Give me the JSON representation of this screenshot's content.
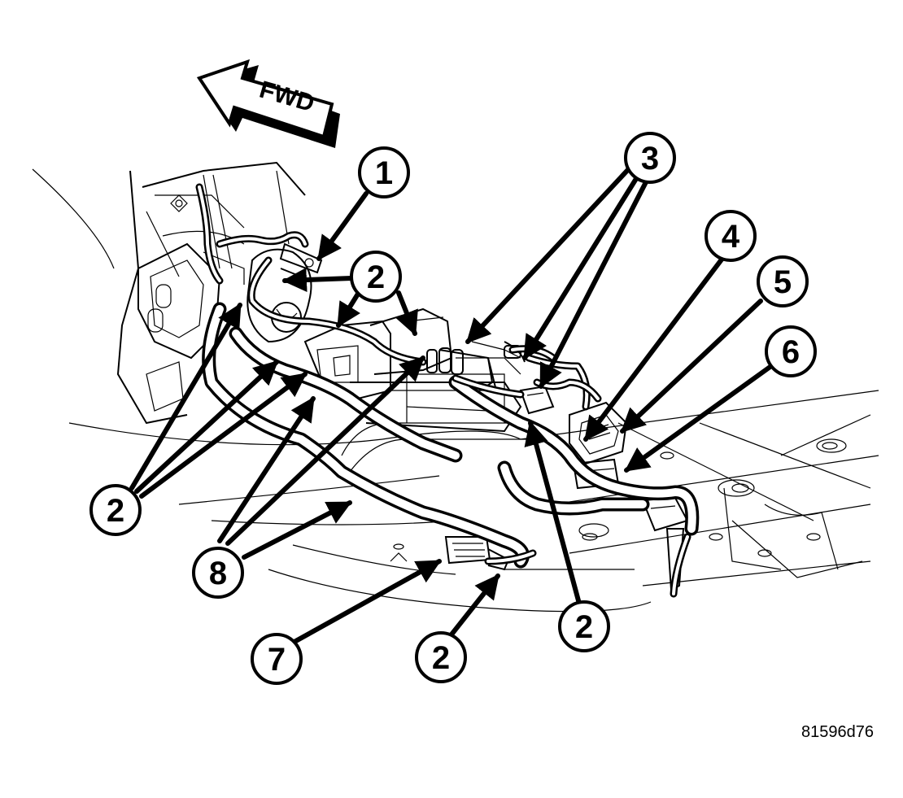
{
  "fwd_label": "FWD",
  "figure_id": "81596d76",
  "callouts": {
    "c1": "1",
    "c2a": "2",
    "c2b": "2",
    "c2c": "2",
    "c2d": "2",
    "c3": "3",
    "c4": "4",
    "c5": "5",
    "c6": "6",
    "c7": "7",
    "c8": "8"
  }
}
